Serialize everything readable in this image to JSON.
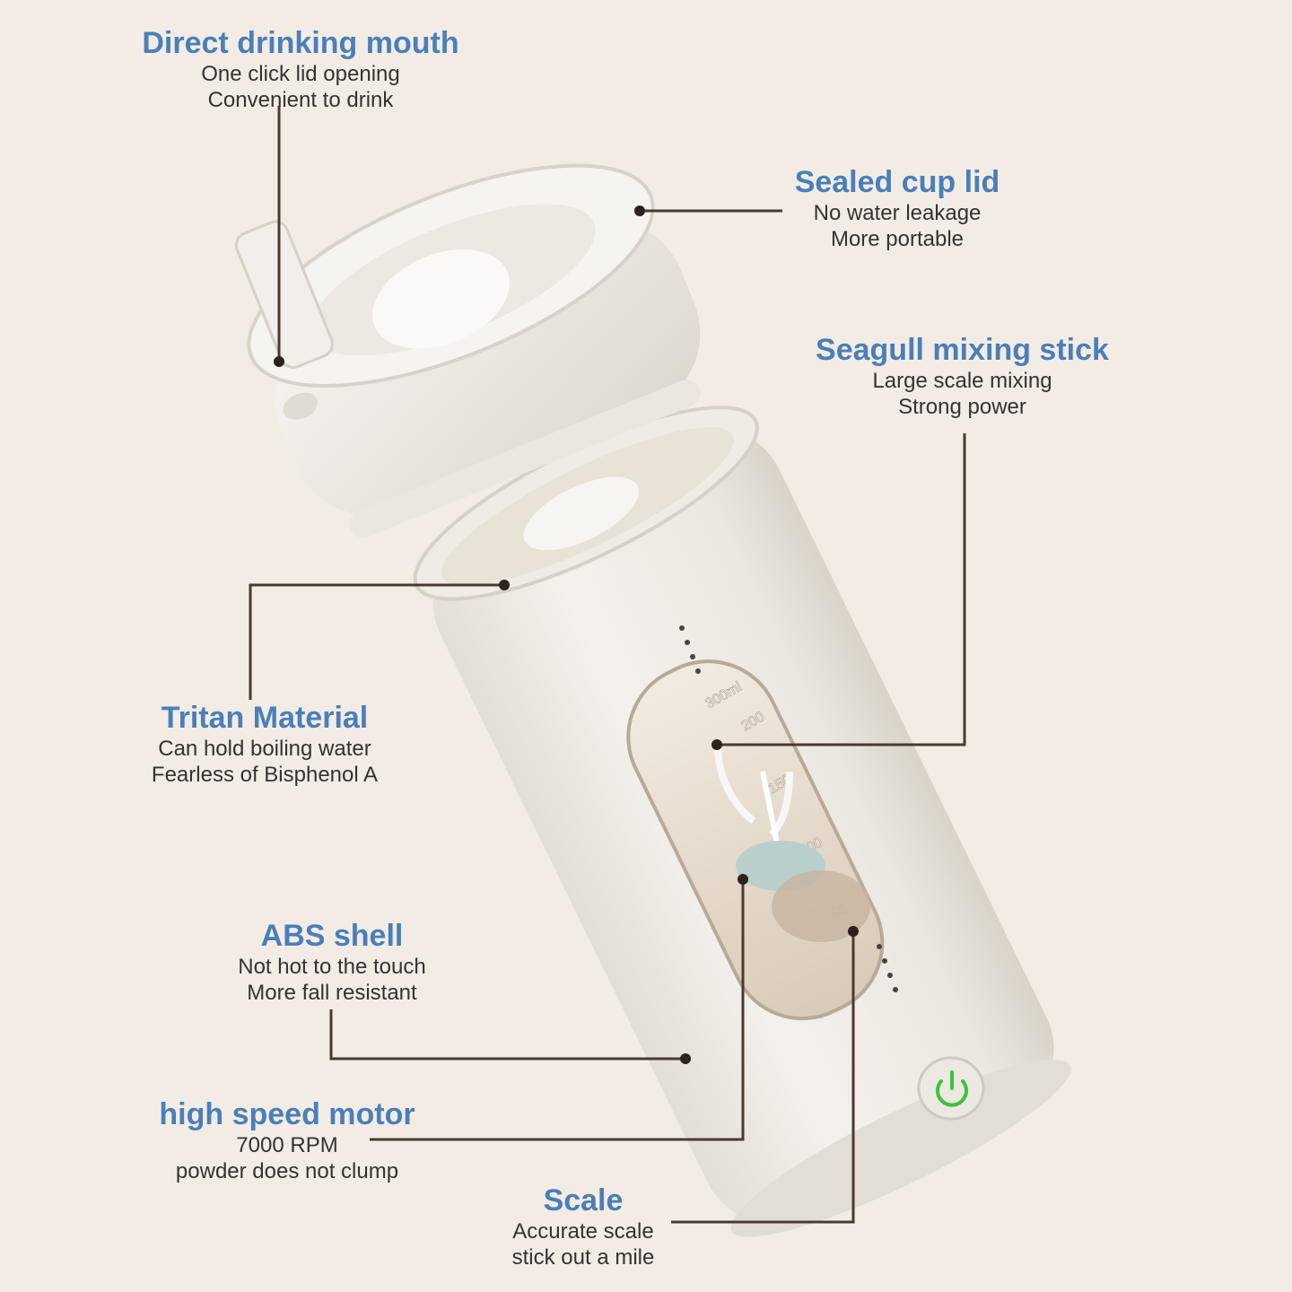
{
  "colors": {
    "background": "#f3ece5",
    "title": "#4a7fb8",
    "body_text": "#333333",
    "leader_line": "#4a3a30",
    "product_white": "#f1eee8",
    "power_ring": "#3cc23c"
  },
  "callouts": {
    "drinking_mouth": {
      "title": "Direct drinking mouth",
      "line1": "One click lid opening",
      "line2": "Convenient to drink"
    },
    "cup_lid": {
      "title": "Sealed cup lid",
      "line1": "No water leakage",
      "line2": "More portable"
    },
    "mixing_stick": {
      "title": "Seagull mixing stick",
      "line1": "Large scale mixing",
      "line2": "Strong power"
    },
    "tritan": {
      "title": "Tritan Material",
      "line1": "Can hold boiling water",
      "line2": "Fearless of Bisphenol A"
    },
    "abs_shell": {
      "title": "ABS shell",
      "line1": "Not hot to the touch",
      "line2": "More fall resistant"
    },
    "motor": {
      "title": "high speed motor",
      "line1": "7000 RPM",
      "line2": "powder does not clump"
    },
    "scale": {
      "title": "Scale",
      "line1": "Accurate scale",
      "line2": "stick out a mile"
    }
  },
  "product": {
    "scale_marks": [
      "300ml",
      "200",
      "150",
      "100",
      "50"
    ],
    "power_icon": "power-icon"
  }
}
